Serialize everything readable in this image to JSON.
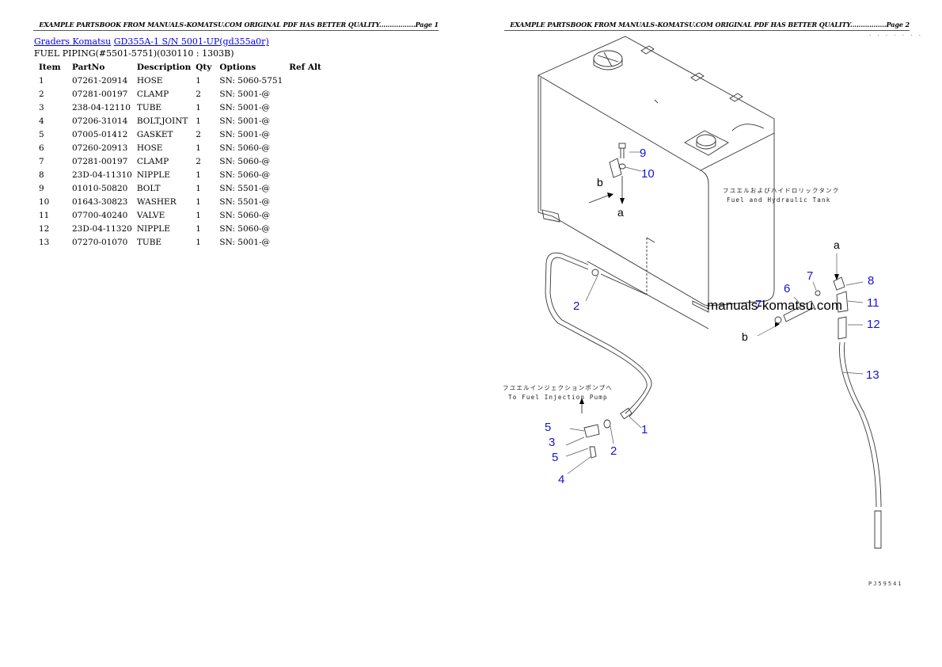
{
  "page1": {
    "header": "EXAMPLE PARTSBOOK FROM MANUALS-KOMATSU.COM ORIGINAL PDF HAS BETTER QUALITY.................Page 1",
    "breadcrumb": {
      "link1": "Graders Komatsu",
      "link2": "GD355A-1 S/N 5001-UP(gd355a0r)"
    },
    "section_title": "FUEL PIPING(#5501-5751)(030110 : 1303B)",
    "table": {
      "headers": [
        "Item",
        "PartNo",
        "Description",
        "Qty",
        "Options",
        "Ref Alt"
      ],
      "rows": [
        {
          "item": "1",
          "part": "07261-20914",
          "desc": "HOSE",
          "qty": "1",
          "opt": "SN: 5060-5751"
        },
        {
          "item": "2",
          "part": "07281-00197",
          "desc": "CLAMP",
          "qty": "2",
          "opt": "SN: 5001-@"
        },
        {
          "item": "3",
          "part": "238-04-12110",
          "desc": "TUBE",
          "qty": "1",
          "opt": "SN: 5001-@"
        },
        {
          "item": "4",
          "part": "07206-31014",
          "desc": "BOLT,JOINT",
          "qty": "1",
          "opt": "SN: 5001-@"
        },
        {
          "item": "5",
          "part": "07005-01412",
          "desc": "GASKET",
          "qty": "2",
          "opt": "SN: 5001-@"
        },
        {
          "item": "6",
          "part": "07260-20913",
          "desc": "HOSE",
          "qty": "1",
          "opt": "SN: 5060-@"
        },
        {
          "item": "7",
          "part": "07281-00197",
          "desc": "CLAMP",
          "qty": "2",
          "opt": "SN: 5060-@"
        },
        {
          "item": "8",
          "part": "23D-04-11310",
          "desc": "NIPPLE",
          "qty": "1",
          "opt": "SN: 5060-@"
        },
        {
          "item": "9",
          "part": "01010-50820",
          "desc": "BOLT",
          "qty": "1",
          "opt": "SN: 5501-@"
        },
        {
          "item": "10",
          "part": "01643-30823",
          "desc": "WASHER",
          "qty": "1",
          "opt": "SN: 5501-@"
        },
        {
          "item": "11",
          "part": "07700-40240",
          "desc": "VALVE",
          "qty": "1",
          "opt": "SN: 5060-@"
        },
        {
          "item": "12",
          "part": "23D-04-11320",
          "desc": "NIPPLE",
          "qty": "1",
          "opt": "SN: 5060-@"
        },
        {
          "item": "13",
          "part": "07270-01070",
          "desc": "TUBE",
          "qty": "1",
          "opt": "SN: 5001-@"
        }
      ]
    }
  },
  "page2": {
    "header": "EXAMPLE PARTSBOOK FROM MANUALS-KOMATSU.COM ORIGINAL PDF HAS BETTER QUALITY.................Page 2",
    "dots": "· · · · · · ·",
    "tank_label_jp": "フユエルおよびハイドロリックタンク",
    "tank_label_en": "Fuel and Hydraulic Tank",
    "pump_label_jp": "フユエルインジェクションポンプへ",
    "pump_label_en": "To Fuel Injection Pump",
    "watermark": "manuals-komatsu.com",
    "drawing_code": "PJ59541",
    "callouts": {
      "c1": "1",
      "c2a": "2",
      "c2b": "2",
      "c3": "3",
      "c4": "4",
      "c5a": "5",
      "c5b": "5",
      "c6": "6",
      "c7a": "7",
      "c7b": "7",
      "c8": "8",
      "c9": "9",
      "c10": "10",
      "c11": "11",
      "c12": "12",
      "c13": "13"
    },
    "letters": {
      "a1": "a",
      "b1": "b",
      "a2": "a",
      "b2": "b"
    },
    "colors": {
      "callout": "#1515d6",
      "link": "#0000ee"
    }
  }
}
